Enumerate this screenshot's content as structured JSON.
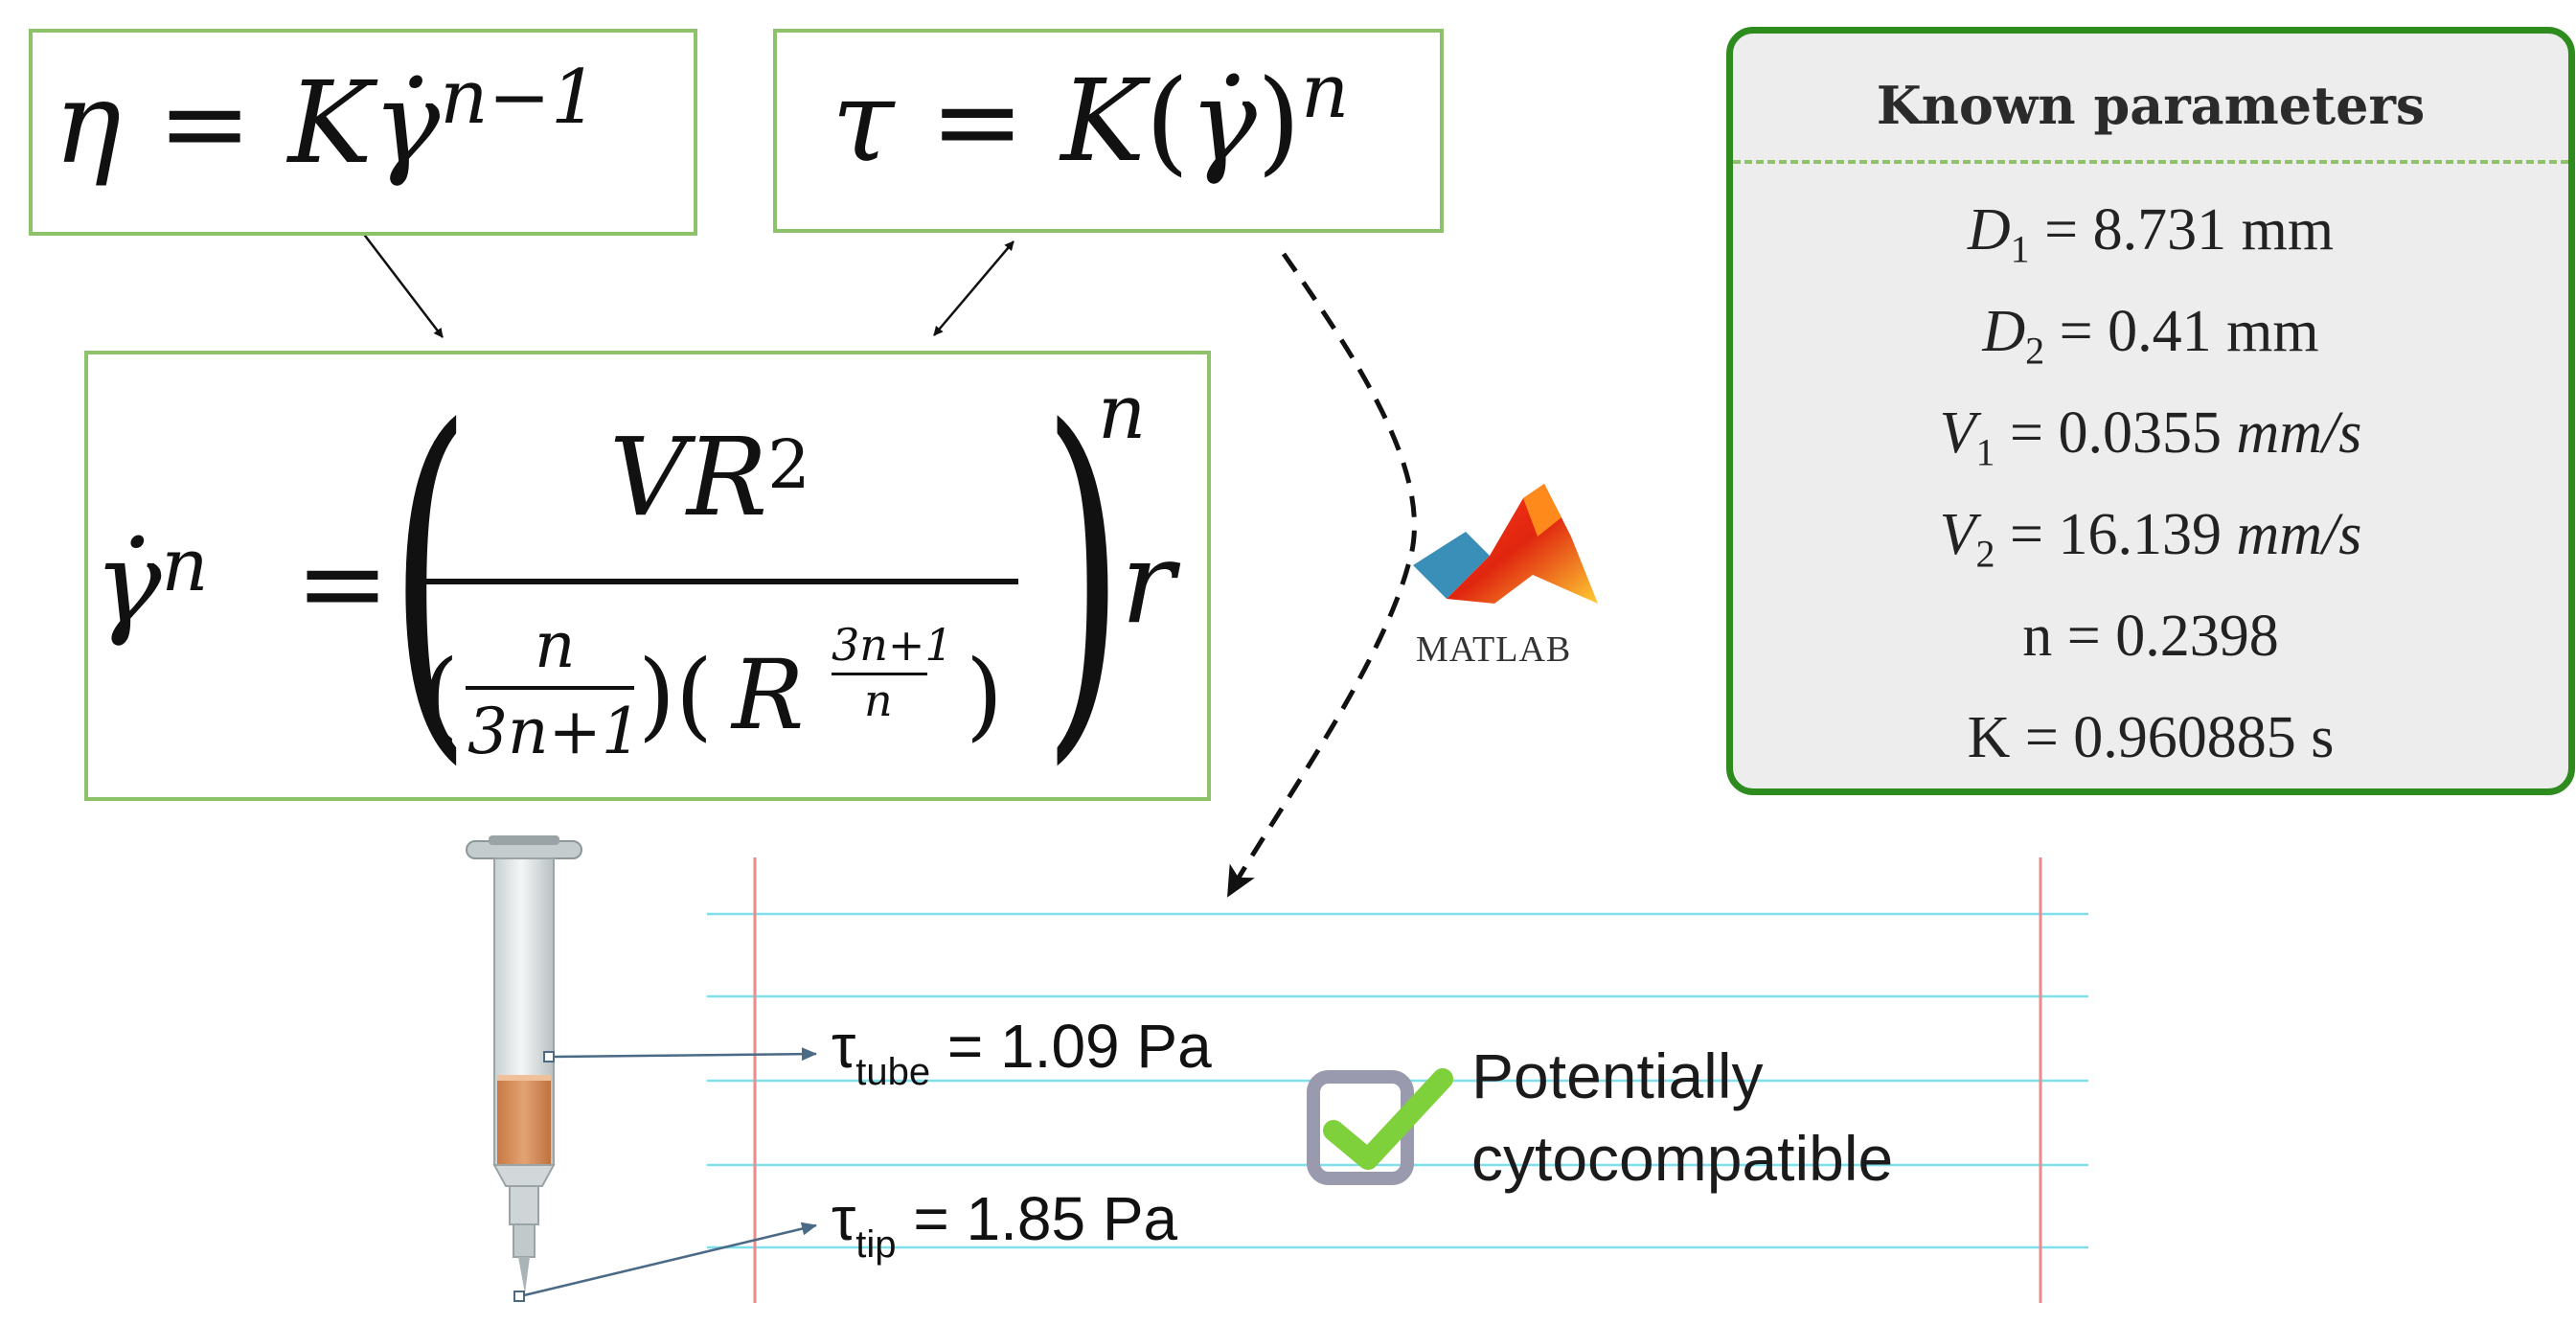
{
  "equations": {
    "viscosity": {
      "lhs": "η",
      "eq": "=",
      "coef": "K",
      "var": "γ̇",
      "exponent": "n−1"
    },
    "stress": {
      "lhs": "τ",
      "eq": "=",
      "coef": "K",
      "open": "(",
      "var": "γ̇",
      "close": ")",
      "exponent": "n"
    },
    "shear_rate": {
      "lhs_var": "γ̇",
      "lhs_exp": "n",
      "eq": "=",
      "numerator": "VR",
      "numerator_exp": "2",
      "den_frac_num": "n",
      "den_frac_den": "3n+1",
      "den_R": "R",
      "den_exp_num": "3n+1",
      "den_exp_den": "n",
      "outer_exp": "n",
      "tail": "r"
    }
  },
  "software": {
    "name": "MATLAB",
    "icon": "matlab-logo-icon"
  },
  "known_parameters": {
    "title": "Known parameters",
    "rows": [
      {
        "symbol": "D",
        "subscript": "1",
        "value": " = 8.731 mm",
        "unit_italic": ""
      },
      {
        "symbol": "D",
        "subscript": "2",
        "value": " = 0.41 mm",
        "unit_italic": ""
      },
      {
        "symbol": "V",
        "subscript": "1",
        "value": " = 0.0355 ",
        "unit_italic": "mm/s"
      },
      {
        "symbol": "V",
        "subscript": "2",
        "value": " = 16.139 ",
        "unit_italic": "mm/s"
      },
      {
        "symbol": "",
        "subscript": "",
        "value": "n = 0.2398",
        "unit_italic": ""
      },
      {
        "symbol": "",
        "subscript": "",
        "value": "K = 0.960885 s",
        "unit_italic": ""
      }
    ]
  },
  "results": {
    "tube": {
      "symbol": "τ",
      "subscript": "tube",
      "value": " = 1.09 Pa"
    },
    "tip": {
      "symbol": "τ",
      "subscript": "tip",
      "value": " = 1.85 Pa"
    }
  },
  "conclusion": {
    "line1": "Potentially",
    "line2": "cytocompatible",
    "icon": "checkbox-check-icon"
  },
  "colors": {
    "box_border": "#8dc26b",
    "params_border": "#2e8b1e",
    "params_bg": "#ededed",
    "notebook_line": "#7fe0ec",
    "margin_line": "#ee8a8a",
    "check": "#7fd13b",
    "checkbox": "#9a9aae",
    "syringe_content": "#d9905b"
  }
}
